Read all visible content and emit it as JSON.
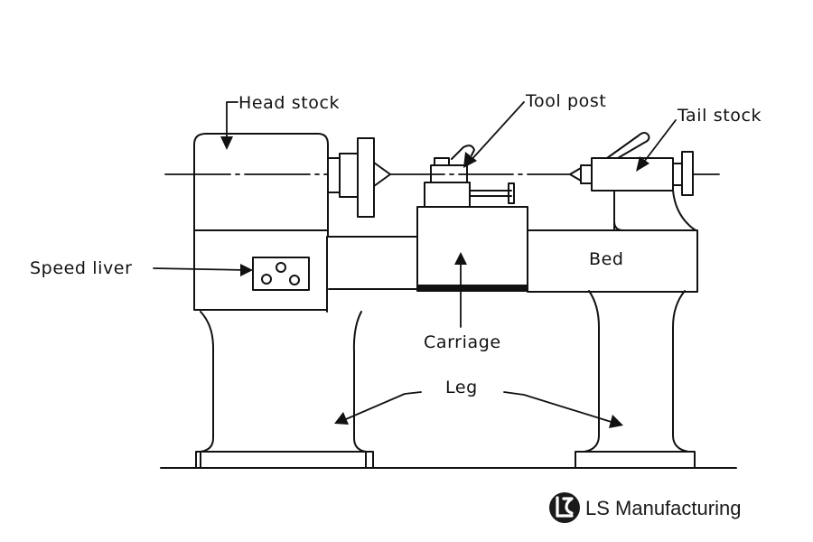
{
  "diagram": {
    "labels": {
      "head_stock": "Head stock",
      "tool_post": "Tool post",
      "tail_stock": "Tail stock",
      "speed_lever": "Speed liver",
      "bed": "Bed",
      "carriage": "Carriage",
      "leg": "Leg"
    }
  },
  "watermark": {
    "text": "LS Manufacturing",
    "icon": "ls-logo-icon"
  },
  "colors": {
    "line": "#111111",
    "background": "#ffffff"
  }
}
